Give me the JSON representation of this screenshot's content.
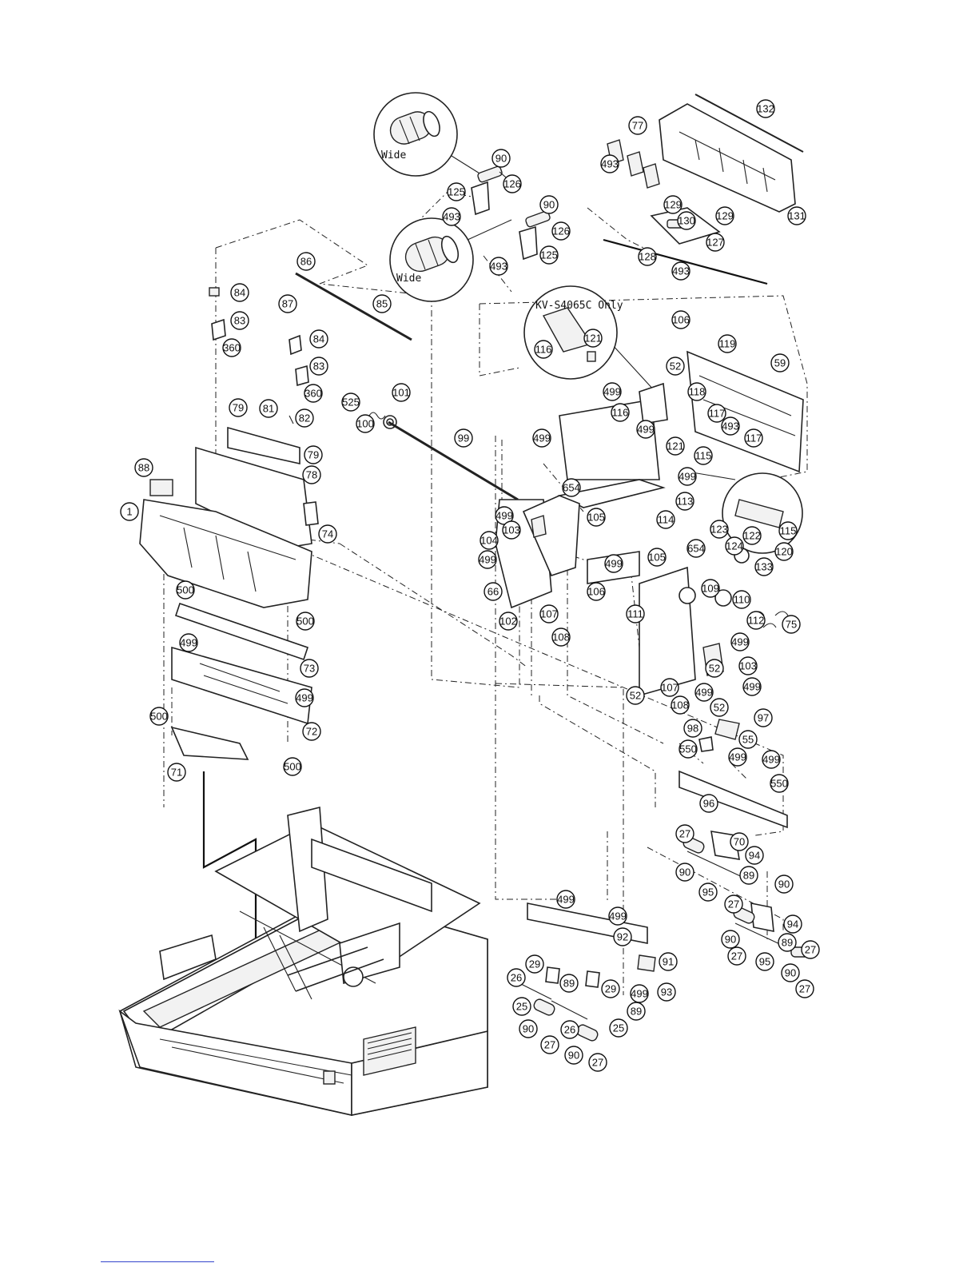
{
  "notes": {
    "wide_top": "Wide",
    "wide_mid": "Wide",
    "model_only": "KV-S4065C Only"
  },
  "callouts": [
    {
      "id": "c132",
      "label": "132"
    },
    {
      "id": "c77",
      "label": "77"
    },
    {
      "id": "c90a",
      "label": "90"
    },
    {
      "id": "c126a",
      "label": "126"
    },
    {
      "id": "c125a",
      "label": "125"
    },
    {
      "id": "c493a",
      "label": "493"
    },
    {
      "id": "c493b",
      "label": "493"
    },
    {
      "id": "c131",
      "label": "131"
    },
    {
      "id": "c129a",
      "label": "129"
    },
    {
      "id": "c130",
      "label": "130"
    },
    {
      "id": "c129b",
      "label": "129"
    },
    {
      "id": "c127",
      "label": "127"
    },
    {
      "id": "c128",
      "label": "128"
    },
    {
      "id": "c493c",
      "label": "493"
    },
    {
      "id": "c90b",
      "label": "90"
    },
    {
      "id": "c126b",
      "label": "126"
    },
    {
      "id": "c493d",
      "label": "493"
    },
    {
      "id": "c125b",
      "label": "125"
    },
    {
      "id": "c86",
      "label": "86"
    },
    {
      "id": "c87",
      "label": "87"
    },
    {
      "id": "c85",
      "label": "85"
    },
    {
      "id": "c84a",
      "label": "84"
    },
    {
      "id": "c83a",
      "label": "83"
    },
    {
      "id": "c360a",
      "label": "360"
    },
    {
      "id": "c84b",
      "label": "84"
    },
    {
      "id": "c83b",
      "label": "83"
    },
    {
      "id": "c360b",
      "label": "360"
    },
    {
      "id": "c525",
      "label": "525"
    },
    {
      "id": "c101",
      "label": "101"
    },
    {
      "id": "c100",
      "label": "100"
    },
    {
      "id": "c79a",
      "label": "79"
    },
    {
      "id": "c81",
      "label": "81"
    },
    {
      "id": "c82",
      "label": "82"
    },
    {
      "id": "c79b",
      "label": "79"
    },
    {
      "id": "c78",
      "label": "78"
    },
    {
      "id": "c88",
      "label": "88"
    },
    {
      "id": "c1",
      "label": "1"
    },
    {
      "id": "c74",
      "label": "74"
    },
    {
      "id": "c99",
      "label": "99"
    },
    {
      "id": "c106a",
      "label": "106"
    },
    {
      "id": "c116a",
      "label": "116"
    },
    {
      "id": "c121a",
      "label": "121"
    },
    {
      "id": "c119",
      "label": "119"
    },
    {
      "id": "c59",
      "label": "59"
    },
    {
      "id": "c52a",
      "label": "52"
    },
    {
      "id": "c499a",
      "label": "499"
    },
    {
      "id": "c118",
      "label": "118"
    },
    {
      "id": "c116b",
      "label": "116"
    },
    {
      "id": "c499b",
      "label": "499"
    },
    {
      "id": "c117a",
      "label": "117"
    },
    {
      "id": "c493e",
      "label": "493"
    },
    {
      "id": "c117b",
      "label": "117"
    },
    {
      "id": "c121b",
      "label": "121"
    },
    {
      "id": "c499c",
      "label": "499"
    },
    {
      "id": "c115a",
      "label": "115"
    },
    {
      "id": "c499d",
      "label": "499"
    },
    {
      "id": "c654a",
      "label": "654"
    },
    {
      "id": "c113",
      "label": "113"
    },
    {
      "id": "c114",
      "label": "114"
    },
    {
      "id": "c499e",
      "label": "499"
    },
    {
      "id": "c105a",
      "label": "105"
    },
    {
      "id": "c103a",
      "label": "103"
    },
    {
      "id": "c104",
      "label": "104"
    },
    {
      "id": "c499f",
      "label": "499"
    },
    {
      "id": "c66",
      "label": "66"
    },
    {
      "id": "c499g",
      "label": "499"
    },
    {
      "id": "c106b",
      "label": "106"
    },
    {
      "id": "c102",
      "label": "102"
    },
    {
      "id": "c107a",
      "label": "107"
    },
    {
      "id": "c108a",
      "label": "108"
    },
    {
      "id": "c123",
      "label": "123"
    },
    {
      "id": "c124",
      "label": "124"
    },
    {
      "id": "c122",
      "label": "122"
    },
    {
      "id": "c115b",
      "label": "115"
    },
    {
      "id": "c120",
      "label": "120"
    },
    {
      "id": "c133",
      "label": "133"
    },
    {
      "id": "c105b",
      "label": "105"
    },
    {
      "id": "c654b",
      "label": "654"
    },
    {
      "id": "c109",
      "label": "109"
    },
    {
      "id": "c110",
      "label": "110"
    },
    {
      "id": "c111",
      "label": "111"
    },
    {
      "id": "c112",
      "label": "112"
    },
    {
      "id": "c75",
      "label": "75"
    },
    {
      "id": "c499h",
      "label": "499"
    },
    {
      "id": "c52b",
      "label": "52"
    },
    {
      "id": "c103b",
      "label": "103"
    },
    {
      "id": "c499i",
      "label": "499"
    },
    {
      "id": "c107b",
      "label": "107"
    },
    {
      "id": "c499j",
      "label": "499"
    },
    {
      "id": "c52c",
      "label": "52"
    },
    {
      "id": "c108b",
      "label": "108"
    },
    {
      "id": "c52d",
      "label": "52"
    },
    {
      "id": "c97",
      "label": "97"
    },
    {
      "id": "c98",
      "label": "98"
    },
    {
      "id": "c55",
      "label": "55"
    },
    {
      "id": "c550a",
      "label": "550"
    },
    {
      "id": "c499k",
      "label": "499"
    },
    {
      "id": "c499l",
      "label": "499"
    },
    {
      "id": "c550b",
      "label": "550"
    },
    {
      "id": "c96",
      "label": "96"
    },
    {
      "id": "c500a",
      "label": "500"
    },
    {
      "id": "c500b",
      "label": "500"
    },
    {
      "id": "c499m",
      "label": "499"
    },
    {
      "id": "c73",
      "label": "73"
    },
    {
      "id": "c499n",
      "label": "499"
    },
    {
      "id": "c500c",
      "label": "500"
    },
    {
      "id": "c72",
      "label": "72"
    },
    {
      "id": "c71",
      "label": "71"
    },
    {
      "id": "c500d",
      "label": "500"
    },
    {
      "id": "c27a",
      "label": "27"
    },
    {
      "id": "c70",
      "label": "70"
    },
    {
      "id": "c94a",
      "label": "94"
    },
    {
      "id": "c90c",
      "label": "90"
    },
    {
      "id": "c89a",
      "label": "89"
    },
    {
      "id": "c95a",
      "label": "95"
    },
    {
      "id": "c90d",
      "label": "90"
    },
    {
      "id": "c27b",
      "label": "27"
    },
    {
      "id": "c94b",
      "label": "94"
    },
    {
      "id": "c90e",
      "label": "90"
    },
    {
      "id": "c89b",
      "label": "89"
    },
    {
      "id": "c27c",
      "label": "27"
    },
    {
      "id": "c27d",
      "label": "27"
    },
    {
      "id": "c95b",
      "label": "95"
    },
    {
      "id": "c90f",
      "label": "90"
    },
    {
      "id": "c27e",
      "label": "27"
    },
    {
      "id": "c499o",
      "label": "499"
    },
    {
      "id": "c499p",
      "label": "499"
    },
    {
      "id": "c92",
      "label": "92"
    },
    {
      "id": "c91",
      "label": "91"
    },
    {
      "id": "c29a",
      "label": "29"
    },
    {
      "id": "c26a",
      "label": "26"
    },
    {
      "id": "c89c",
      "label": "89"
    },
    {
      "id": "c29b",
      "label": "29"
    },
    {
      "id": "c499q",
      "label": "499"
    },
    {
      "id": "c93",
      "label": "93"
    },
    {
      "id": "c25a",
      "label": "25"
    },
    {
      "id": "c89d",
      "label": "89"
    },
    {
      "id": "c90g",
      "label": "90"
    },
    {
      "id": "c26b",
      "label": "26"
    },
    {
      "id": "c25b",
      "label": "25"
    },
    {
      "id": "c27f",
      "label": "27"
    },
    {
      "id": "c90h",
      "label": "90"
    },
    {
      "id": "c27g",
      "label": "27"
    }
  ]
}
